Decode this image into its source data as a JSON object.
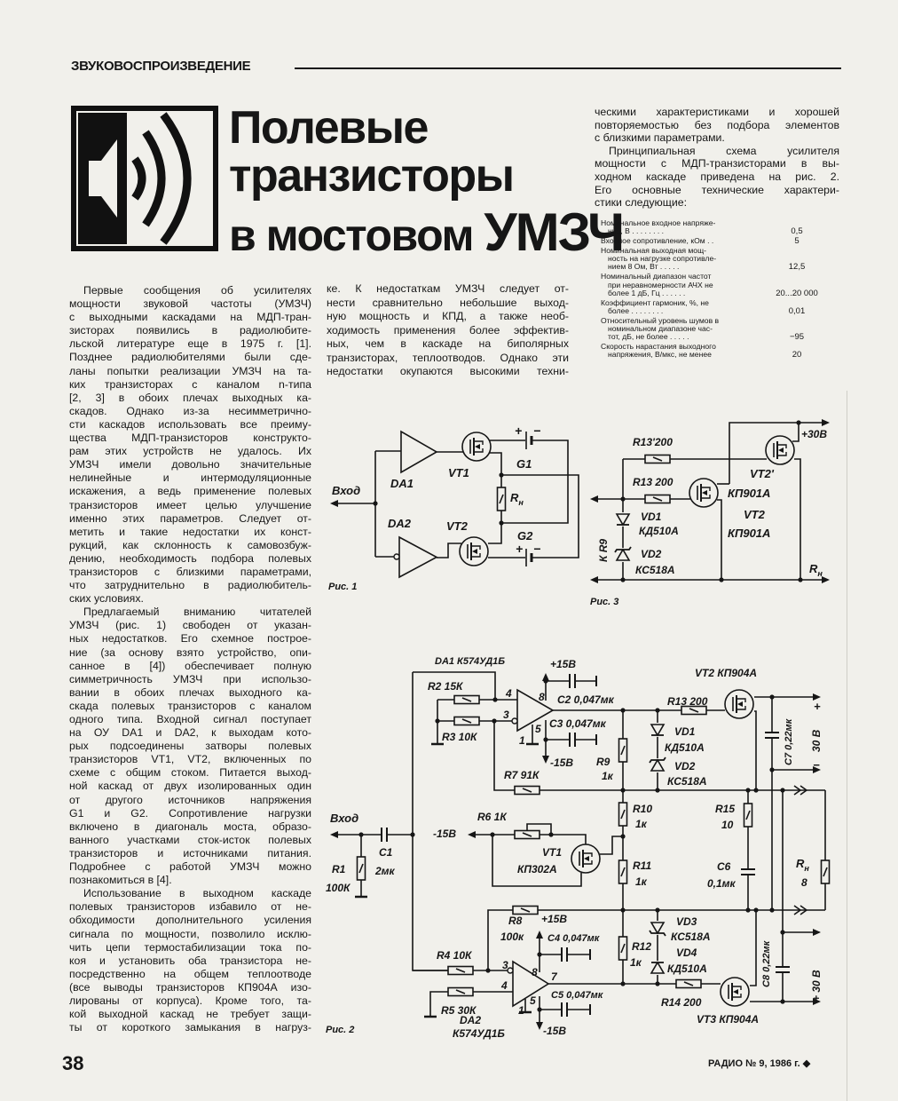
{
  "header": {
    "rubric": "ЗВУКОВОСПРОИЗВЕДЕНИЕ"
  },
  "title": {
    "line1": "Полевые",
    "line2": "транзисторы",
    "line3_a": "в мостовом ",
    "line3_b": "УМЗЧ"
  },
  "columns": {
    "col1": [
      [
        "Первые сообщения об усилителях",
        "мощности звуковой частоты (УМЗЧ)",
        "с выходными каскадами на МДП-тран-",
        "зисторах появились в радиолюбите-",
        "льской литературе еще в 1975 г. [1].",
        "Позднее радиолюбителями были сде-",
        "ланы попытки реализации УМЗЧ на та-",
        "ких транзисторах с каналом n-типа",
        "[2, 3] в обоих плечах выходных ка-",
        "скадов. Однако из-за несимметрично-",
        "сти каскадов использовать все преиму-",
        "щества МДП-транзисторов конструкто-",
        "рам этих устройств не удалось. Их",
        "УМЗЧ имели довольно значительные",
        "нелинейные и интермодуляционные",
        "искажения, а ведь применение полевых",
        "транзисторов имеет целью улучшение",
        "именно этих параметров. Следует от-",
        "метить и такие недостатки их конст-",
        "рукций, как склонность к самовозбуж-",
        "дению, необходимость подбора полевых",
        "транзисторов с близкими параметрами,",
        "что затруднительно в радиолюбитель-",
        "ских условиях."
      ],
      [
        "Предлагаемый вниманию читателей",
        "УМЗЧ (рис. 1) свободен от указан-",
        "ных недостатков. Его схемное построе-",
        "ние (за основу взято устройство, опи-",
        "санное в [4]) обеспечивает полную",
        "симметричность УМЗЧ при использо-",
        "вании в обоих плечах выходного ка-",
        "скада полевых транзисторов с каналом",
        "одного типа. Входной сигнал поступает",
        "на ОУ DA1 и DA2, к выходам кото-",
        "рых подсоединены затворы полевых",
        "транзисторов VT1, VT2, включенных по",
        "схеме с общим стоком. Питается выход-",
        "ной каскад от двух изолированных один",
        "от другого источников напряжения",
        "G1 и G2. Сопротивление нагрузки",
        "включено в диагональ моста, образо-",
        "ванного участками сток-исток полевых",
        "транзисторов и источниками питания.",
        "Подробнее с работой УМЗЧ можно",
        "познакомиться в [4]."
      ],
      [
        "Использование в выходном каскаде",
        "полевых транзисторов избавило от не-",
        "обходимости дополнительного усиления",
        "сигнала по мощности, позволило исклю-",
        "чить цепи термостабилизации тока по-",
        "коя и установить оба транзистора не-",
        "посредственно на общем теплоотводе",
        "(все выводы транзисторов КП904А изо-",
        "лированы от корпуса). Кроме того, та-",
        "кой выходной каскад не требует защи-",
        "ты от короткого замыкания в нагруз-"
      ]
    ],
    "col2": [
      [
        "ке. К недостаткам УМЗЧ следует от-",
        "нести сравнительно небольшие выход-",
        "ную мощность и КПД, а также необ-",
        "ходимость применения более эффектив-",
        "ных, чем в каскаде на биполярных",
        "транзисторах, теплоотводов. Однако эти",
        "недостатки окупаются высокими техни-"
      ]
    ],
    "col3": [
      [
        "ческими характеристиками и хорошей",
        "повторяемостью без подбора элементов",
        "с близкими параметрами."
      ],
      [
        "Принципиальная схема усилителя",
        "мощности с МДП-транзисторами в вы-",
        "ходном каскаде приведена на рис. 2.",
        "Его основные технические характери-",
        "стики следующие:"
      ]
    ]
  },
  "specs": [
    {
      "lines": [
        "Номинальное входное напряже-",
        "ние, В . . . . . . . ."
      ],
      "value": "0,5"
    },
    {
      "lines": [
        "Входное сопротивление, кОм . ."
      ],
      "value": "5"
    },
    {
      "lines": [
        "Номинальная выходная мощ-",
        "ность на нагрузке сопротивле-",
        "нием 8 Ом, Вт . . . . ."
      ],
      "value": "12,5"
    },
    {
      "lines": [
        "Номинальный диапазон частот",
        "при неравномерности АЧХ не",
        "более 1 дБ, Гц . . . . . ."
      ],
      "value": "20...20 000"
    },
    {
      "lines": [
        "Коэффициент гармоник, %, не",
        "более . . . . . . . ."
      ],
      "value": "0,01"
    },
    {
      "lines": [
        "Относительный уровень шумов в",
        "номинальном диапазоне час-",
        "тот, дБ, не более . . . . ."
      ],
      "value": "−95"
    },
    {
      "lines": [
        "Скорость нарастания выходного",
        "напряжения, В/мкс, не менее"
      ],
      "value": "20"
    }
  ],
  "fig1": {
    "caption": "Рис. 1",
    "input": "Вход",
    "da1": "DA1",
    "da2": "DA2",
    "vt1": "VT1",
    "vt2": "VT2",
    "g1": "G1",
    "g2": "G2",
    "rload": "R",
    "rload_sub": "н",
    "plus": "+",
    "minus": "−"
  },
  "fig3": {
    "caption": "Рис. 3",
    "r13p": "R13'200",
    "r13": "R13 200",
    "vd1": "VD1",
    "vd1t": "КД510А",
    "vd2": "VD2",
    "vd2t": "КС518А",
    "to_r9": "К R9",
    "vt2p": "VT2'",
    "vt2pt": "КП901А",
    "vt2": "VT2",
    "vt2t": "КП901А",
    "supply": "+30В",
    "rload": "R",
    "rload_sub": "н"
  },
  "fig2": {
    "caption": "Рис. 2",
    "da1": "DA1 К574УД1Б",
    "r2": "R2 15К",
    "r3": "R3 10К",
    "pin4": "4",
    "pin3": "3",
    "pin8": "8",
    "pin5": "5",
    "pin1": "1",
    "pin7": "7",
    "p15": "+15В",
    "m15": "-15В",
    "c2": "C2 0,047мк",
    "c3": "C3 0,047мк",
    "r9": "R9",
    "r9v": "1к",
    "r7": "R7 91К",
    "r13": "R13 200",
    "vt2": "VT2 КП904А",
    "vd1": "VD1",
    "vd1t": "КД510А",
    "vd2": "VD2",
    "vd2t": "КС518А",
    "c7": "C7 0,22мк",
    "v30": "30 В",
    "v30b": "+ 30 В",
    "plus": "+",
    "minus": "−",
    "r10": "R10",
    "r10v": "1к",
    "r15": "R15",
    "r15v": "10",
    "input": "Вход",
    "c1": "C1",
    "c1v": "2мк",
    "r1": "R1",
    "r1v": "100К",
    "r6": "R6 1К",
    "vt1": "VT1",
    "vt1t": "КП302А",
    "r11": "R11",
    "r11v": "1к",
    "c6": "C6",
    "c6v": "0,1мк",
    "rload": "R",
    "rload_sub": "н",
    "rloadv": "8",
    "r8": "R8",
    "r8v": "100к",
    "c4": "C4 0,047мк",
    "r12": "R12",
    "r12v": "1к",
    "vd3": "VD3",
    "vd3t": "КС518А",
    "vd4": "VD4",
    "vd4t": "КД510А",
    "r4": "R4 10К",
    "r5": "R5 30К",
    "c5": "C5 0,047мк",
    "da2": "DA2",
    "da2t": "К574УД1Б",
    "r14": "R14 200",
    "vt3": "VT3 КП904А",
    "c8": "C8 0,22мк"
  },
  "footer": {
    "page_number": "38",
    "issue": "РАДИО № 9, 1986 г. ◆"
  }
}
